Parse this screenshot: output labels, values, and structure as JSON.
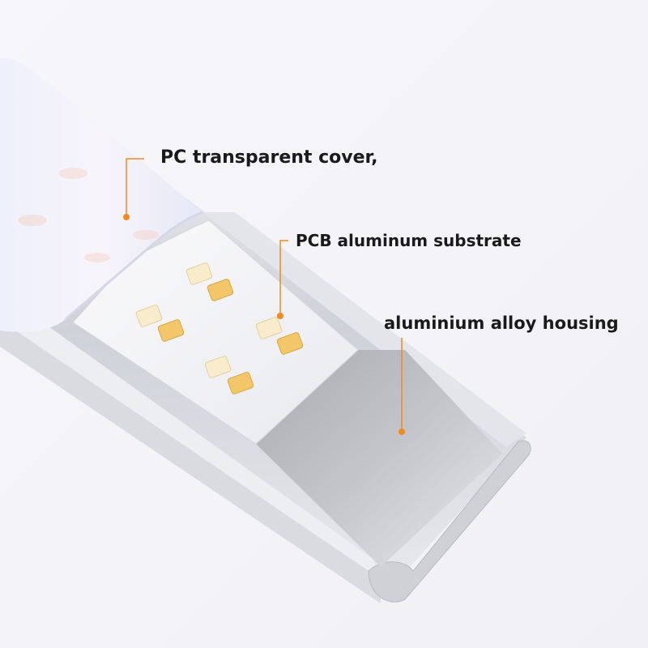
{
  "callouts": {
    "cover": "PC transparent cover,",
    "pcb": "PCB aluminum substrate",
    "housing": "aluminium alloy housing"
  },
  "colors": {
    "accent": "#f28a1c",
    "background": "#f6f6fa",
    "led_warm": "#f3c66a",
    "led_neutral": "#f8eccc"
  }
}
